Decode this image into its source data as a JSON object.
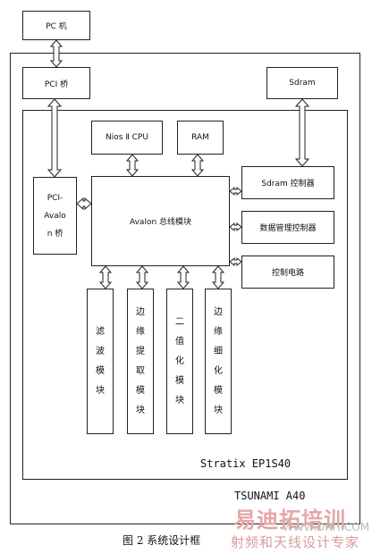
{
  "nodes": {
    "pc": "PC 机",
    "pci_bridge": "PCI 桥",
    "sdram": "Sdram",
    "nios_cpu": "Nios Ⅱ  CPU",
    "ram": "RAM",
    "pci_avalon": [
      "PCI-",
      "Avalo",
      "n 桥"
    ],
    "avalon_bus": "Avalon 总线模块",
    "sdram_ctrl": "Sdram 控制器",
    "data_mgmt": "数据管理控制器",
    "ctrl_circuit": "控制电路",
    "filter": [
      "滤",
      "波",
      "模",
      "块"
    ],
    "edge_extract": [
      "边",
      "缘",
      "提",
      "取",
      "模",
      "块"
    ],
    "binarize": [
      "二",
      "值",
      "化",
      "模",
      "块"
    ],
    "edge_thin": [
      "边",
      "缘",
      "细",
      "化",
      "模",
      "块"
    ]
  },
  "containers": {
    "fpga": "Stratix EP1S40",
    "board": "TSUNAMI A40"
  },
  "caption": "图 2   系统设计框",
  "watermark": {
    "brand": "易迪拓培训",
    "site": "WWW.DRIT.COM",
    "slogan": "射频和天线设计专家"
  }
}
